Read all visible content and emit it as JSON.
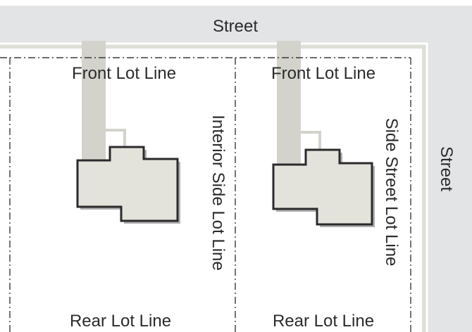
{
  "streets": {
    "top": "Street",
    "right": "Street"
  },
  "lots": [
    {
      "front": "Front Lot Line",
      "side": "Interior Side Lot Line",
      "rear": "Rear Lot Line"
    },
    {
      "front": "Front Lot Line",
      "side": "Side Street Lot Line",
      "rear": "Rear Lot Line"
    }
  ],
  "colors": {
    "street": "#e2e4e6",
    "sidewalk": "#dedfd6",
    "building_fill": "#e3e2db",
    "building_stroke": "#2b2b2b",
    "shadow": "#b0b0b0",
    "driveway": "#d3d3cb",
    "lot_line": "#3a3a3a",
    "text": "#2b2b2b"
  }
}
